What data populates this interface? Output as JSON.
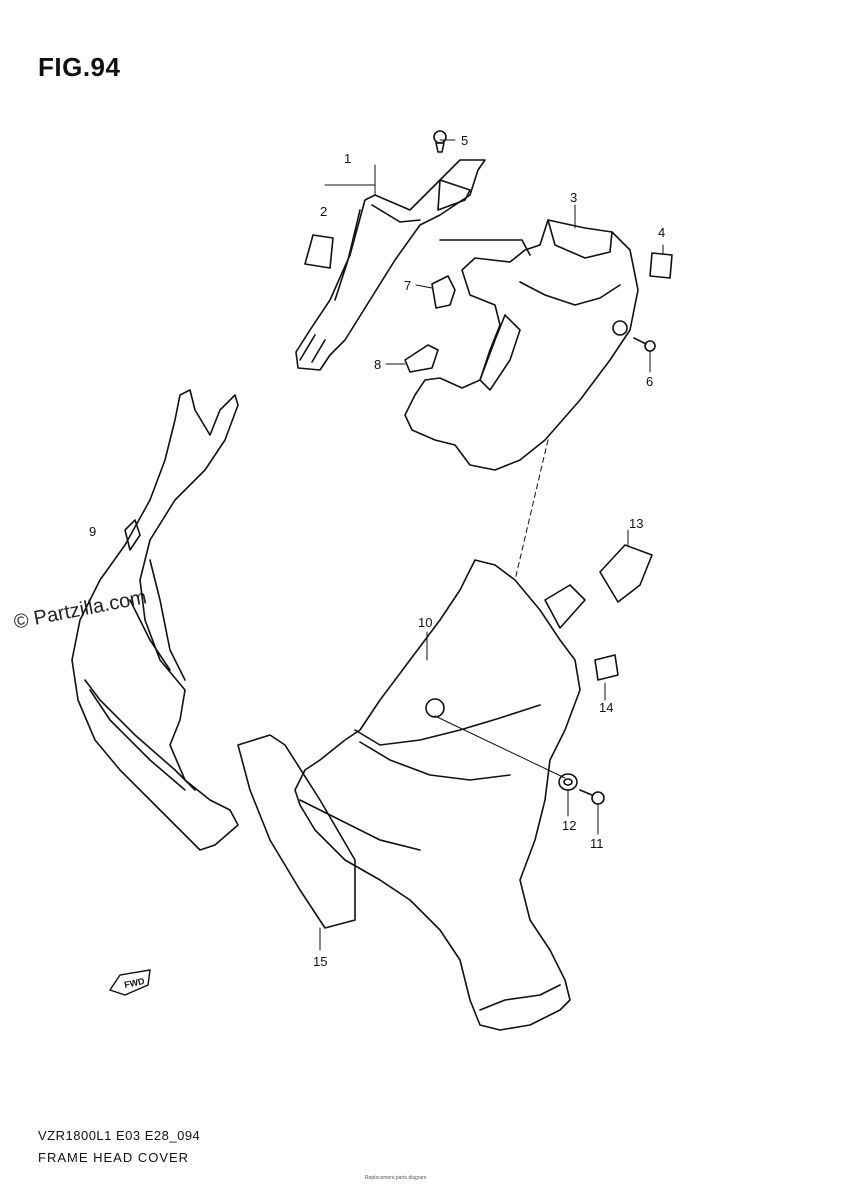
{
  "figure": {
    "title": "FIG.94"
  },
  "watermark": "© Partzilla.com",
  "callouts": {
    "c1": "1",
    "c2": "2",
    "c3": "3",
    "c4": "4",
    "c5": "5",
    "c6": "6",
    "c7": "7",
    "c8": "8",
    "c9": "9",
    "c10": "10",
    "c11": "11",
    "c12": "12",
    "c13": "13",
    "c14": "14",
    "c15": "15"
  },
  "direction_arrow": {
    "label": "FWD",
    "icon": "forward-direction-arrow-icon"
  },
  "footer": {
    "model_code": "VZR1800L1 E03 E28_094",
    "section_name": "FRAME HEAD COVER",
    "fine_print": "Replacement parts diagram"
  }
}
